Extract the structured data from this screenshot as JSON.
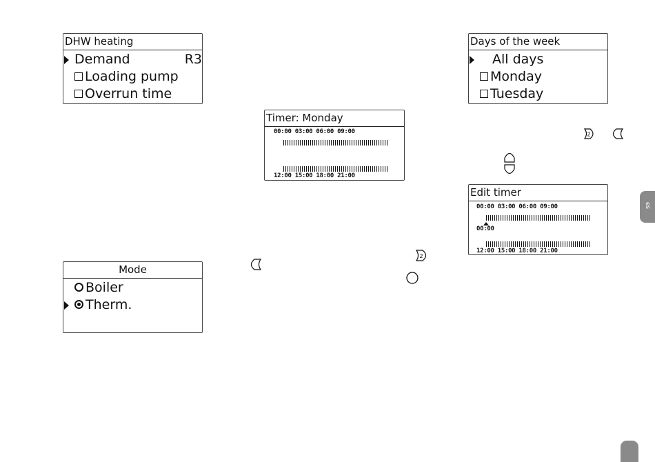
{
  "dhw_menu": {
    "title": "DHW heating",
    "items": [
      {
        "label": "Demand",
        "value": "R3"
      },
      {
        "label": "Loading pump"
      },
      {
        "label": "Overrun time"
      }
    ]
  },
  "days_menu": {
    "title": "Days of the week",
    "items": [
      {
        "label": "All days"
      },
      {
        "label": "Monday"
      },
      {
        "label": "Tuesday"
      }
    ]
  },
  "timer_monday": {
    "title": "Timer: Monday",
    "top_times": "00:00  03:00  06:00  09:00",
    "bottom_times": "12:00  15:00  18:00  21:00"
  },
  "edit_timer": {
    "title": "Edit timer",
    "top_times": "00:00  03:00  06:00  09:00",
    "cursor_time": "00:00",
    "bottom_times": "12:00  15:00  18:00  21:00"
  },
  "mode_menu": {
    "title": "Mode",
    "items": [
      {
        "label": "Boiler",
        "selected": false
      },
      {
        "label": "Therm.",
        "selected": true
      }
    ]
  },
  "side_tab": {
    "label": "es",
    "color": "#8a8a8a"
  },
  "icons": [
    "button-2-icon",
    "back-button-icon",
    "up-down-button-icon",
    "ok-button-icon"
  ]
}
